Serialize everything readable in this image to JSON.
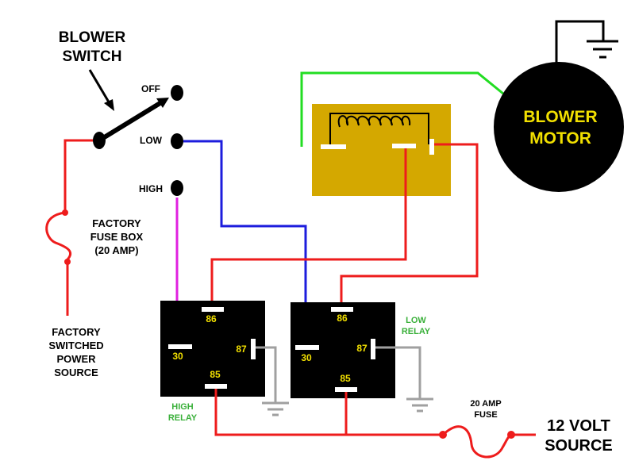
{
  "switch": {
    "title_line1": "BLOWER",
    "title_line2": "SWITCH",
    "off_label": "OFF",
    "low_label": "LOW",
    "high_label": "HIGH"
  },
  "fuse_box": {
    "line1": "FACTORY",
    "line2": "FUSE BOX",
    "line3": "(20 AMP)"
  },
  "power_source": {
    "line1": "FACTORY",
    "line2": "SWITCHED",
    "line3": "POWER",
    "line4": "SOURCE"
  },
  "motor": {
    "line1": "BLOWER",
    "line2": "MOTOR"
  },
  "high_relay": {
    "pin86": "86",
    "pin30": "30",
    "pin87": "87",
    "pin85": "85",
    "name_line1": "HIGH",
    "name_line2": "RELAY"
  },
  "low_relay": {
    "pin86": "86",
    "pin30": "30",
    "pin87": "87",
    "pin85": "85",
    "name_line1": "LOW",
    "name_line2": "RELAY"
  },
  "fuse": {
    "line1": "20 AMP",
    "line2": "FUSE"
  },
  "source": {
    "line1": "12 VOLT",
    "line2": "SOURCE"
  },
  "colors": {
    "red": "#ee1c1c",
    "blue": "#1d1ddd",
    "green": "#22dd22",
    "magenta": "#e020e0",
    "gray": "#a0a0a0",
    "resistor": "#d4a800",
    "relay_label": "#3ab03a",
    "pin_label": "#f2e000",
    "motor_label": "#f2e000"
  }
}
